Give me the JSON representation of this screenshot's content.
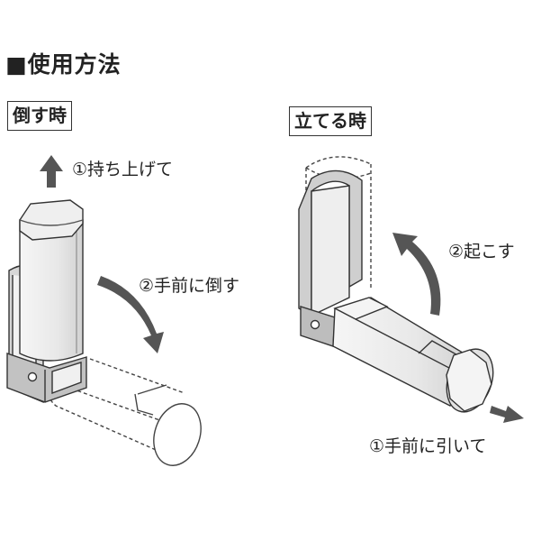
{
  "heading": "■使用方法",
  "left_panel": {
    "label": "倒す時",
    "step1": "①持ち上げて",
    "step2": "②手前に倒す"
  },
  "right_panel": {
    "label": "立てる時",
    "step1": "①手前に引いて",
    "step2": "②起こす"
  },
  "colors": {
    "line": "#333333",
    "tube_fill": "#ececec",
    "shade": "#d9d9d9",
    "bracket": "#bdbdbd",
    "arrow": "#555555"
  }
}
